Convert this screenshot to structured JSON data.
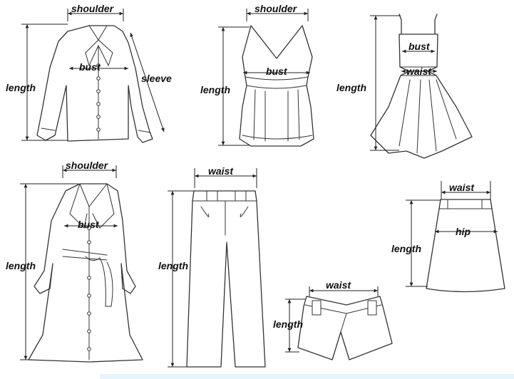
{
  "labels": {
    "shoulder": "shoulder",
    "bust": "bust",
    "sleeve": "sleeve",
    "length": "length",
    "waist": "waist",
    "hip": "hip"
  }
}
